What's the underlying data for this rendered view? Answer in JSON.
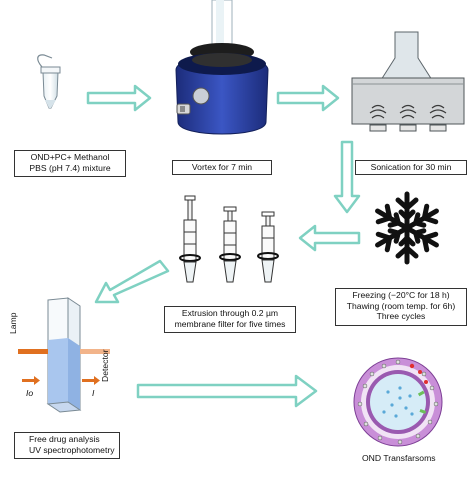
{
  "steps": {
    "mixture": {
      "line1": "OND+PC+ Methanol",
      "line2": "PBS (pH 7.4) mixture"
    },
    "vortex": {
      "label": "Vortex for 7 min"
    },
    "sonication": {
      "label": "Sonication for 30 min"
    },
    "freezing": {
      "line1": "Freezing (−20°C for 18 h)",
      "line2": "Thawing (room temp. for 6h)",
      "line3": "Three cycles"
    },
    "extrusion": {
      "line1": "Extrusion through 0.2 µm",
      "line2": "membrane filter for five times"
    },
    "analysis": {
      "line1": "Free drug analysis",
      "line2": "UV spectrophotometry"
    },
    "product": {
      "label": "OND Transfarsoms"
    }
  },
  "cuvette_labels": {
    "lamp": "Lamp",
    "detector": "Detector",
    "incident": "Io",
    "transmitted": "I"
  },
  "colors": {
    "arrow_fill": "#ffffff",
    "arrow_outline": "#7fd1c2",
    "snowflake": "#111111",
    "vortex_body": "#2a3f9a",
    "lamp_beam": "#e07020",
    "cuvette_liquid": "#a9c6ee"
  }
}
